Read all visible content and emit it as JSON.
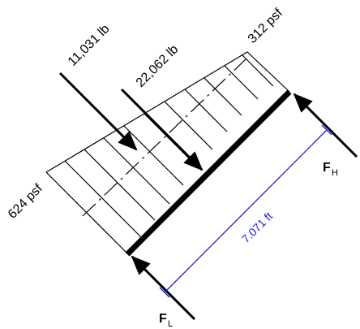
{
  "diagram": {
    "forces": {
      "f1": "11,031 lb",
      "f2": "22,062 lb"
    },
    "pressures": {
      "top": "312 psf",
      "bottom": "624 psf"
    },
    "dimension": "7.071 ft",
    "reactions": {
      "lower": {
        "main": "F",
        "sub": "L"
      },
      "upper": {
        "main": "F",
        "sub": "H"
      }
    },
    "colors": {
      "line": "#000000",
      "dimension": "#1a1ae6"
    }
  }
}
